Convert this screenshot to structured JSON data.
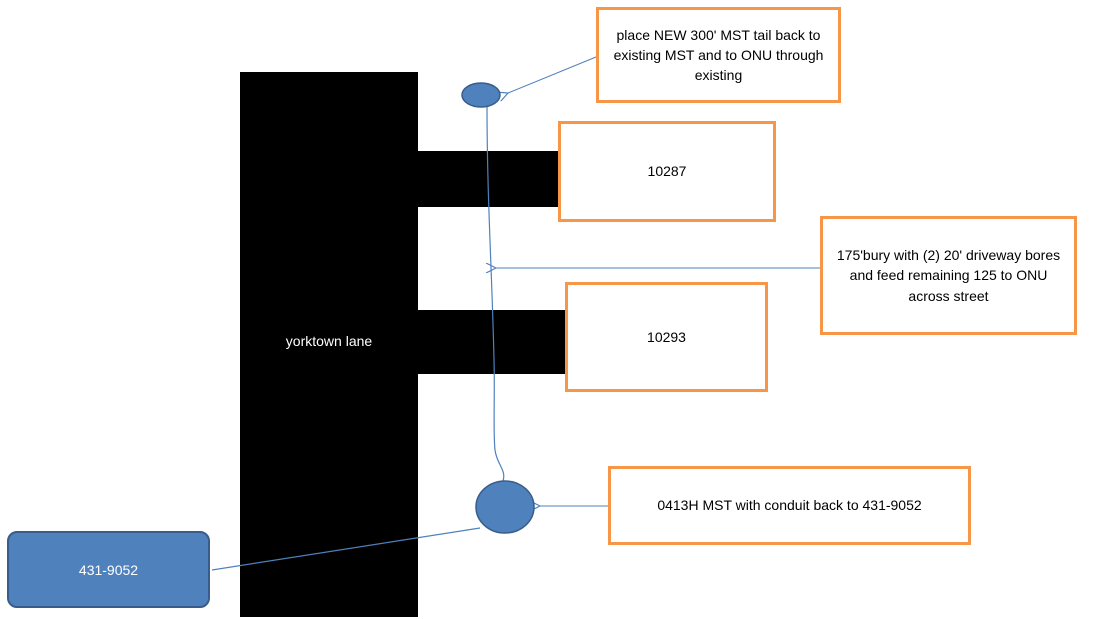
{
  "diagram": {
    "road_label": "yorktown lane",
    "houses": [
      {
        "id": "house-10287",
        "label": "10287"
      },
      {
        "id": "house-10293",
        "label": "10293"
      }
    ],
    "notes": {
      "new_mst": "place NEW 300' MST  tail back to existing MST and to ONU through existing",
      "bury": "175'bury with (2) 20' driveway bores and feed remaining 125 to ONU across street",
      "existing_mst": "0413H MST with conduit back to 431-9052"
    },
    "source_node": "431-9052",
    "colors": {
      "road": "#000000",
      "callout_border": "#f79646",
      "node_fill": "#4f81bd",
      "node_border": "#385d8a",
      "line": "#4f81bd"
    }
  }
}
